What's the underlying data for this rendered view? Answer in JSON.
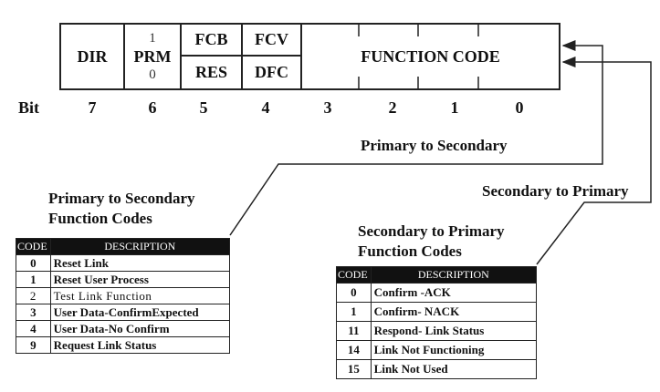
{
  "register": {
    "dir": "DIR",
    "prm": {
      "name": "PRM",
      "one": "1",
      "zero": "0"
    },
    "fcb": "FCB",
    "res": "RES",
    "fcv": "FCV",
    "dfc": "DFC",
    "function_code": "FUNCTION CODE"
  },
  "bit_label": "Bit",
  "bits": [
    "7",
    "6",
    "5",
    "4",
    "3",
    "2",
    "1",
    "0"
  ],
  "labels": {
    "primary_to_secondary": "Primary to Secondary",
    "secondary_to_primary": "Secondary to Primary"
  },
  "primary_table": {
    "heading_line1": "Primary to Secondary",
    "heading_line2": "Function Codes",
    "col_code": "CODE",
    "col_description": "DESCRIPTION",
    "rows": [
      {
        "code": "0",
        "description": "Reset Link"
      },
      {
        "code": "1",
        "description": "Reset User Process"
      },
      {
        "code": "2",
        "description": "Test Link Function"
      },
      {
        "code": "3",
        "description": "User Data-ConfirmExpected"
      },
      {
        "code": "4",
        "description": "User Data-No Confirm"
      },
      {
        "code": "9",
        "description": "Request Link Status"
      }
    ]
  },
  "secondary_table": {
    "heading_line1": "Secondary to Primary",
    "heading_line2": "Function Codes",
    "col_code": "CODE",
    "col_description": "DESCRIPTION",
    "rows": [
      {
        "code": "0",
        "description": "Confirm -ACK"
      },
      {
        "code": "1",
        "description": "Confirm- NACK"
      },
      {
        "code": "11",
        "description": "Respond- Link Status"
      },
      {
        "code": "14",
        "description": "Link Not Functioning"
      },
      {
        "code": "15",
        "description": "Link Not Used"
      }
    ]
  },
  "colors": {
    "line": "#222222",
    "header_bg": "#111111",
    "header_text": "#ffffff"
  }
}
